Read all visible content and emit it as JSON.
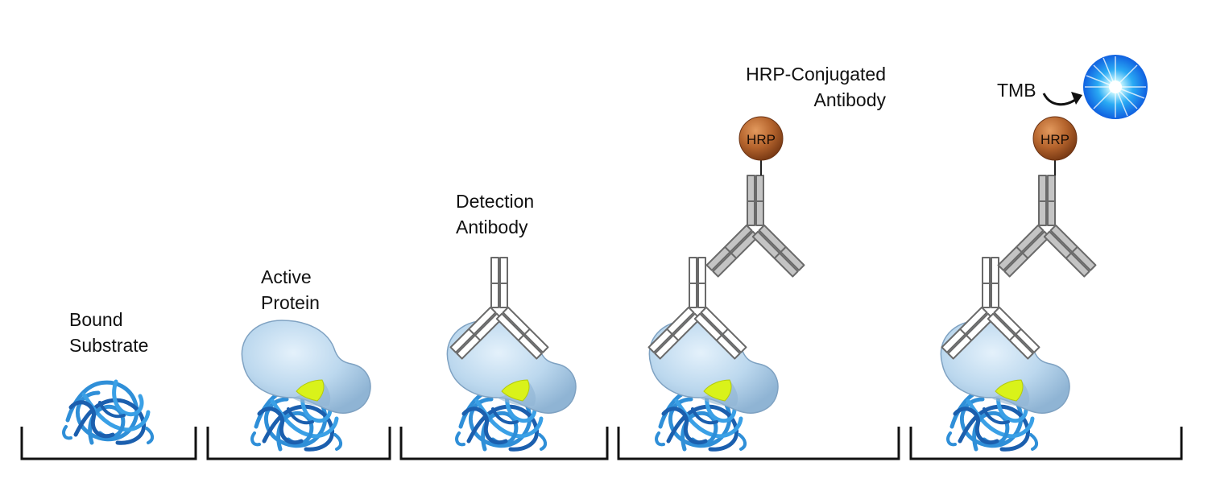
{
  "diagram": {
    "steps": [
      {
        "id": "bound-substrate",
        "label_lines": [
          "Bound",
          "Substrate"
        ]
      },
      {
        "id": "active-protein",
        "label_lines": [
          "Active",
          "Protein"
        ]
      },
      {
        "id": "detection-antibody",
        "label_lines": [
          "Detection",
          "Antibody"
        ]
      },
      {
        "id": "hrp-conjugated-antibody",
        "label_lines": [
          "HRP-Conjugated",
          "Antibody"
        ]
      },
      {
        "id": "tmb",
        "label_lines": [
          "TMB"
        ]
      }
    ],
    "hrp_label": "HRP",
    "colors": {
      "substrate_light": "#2f8fd8",
      "substrate_dark": "#1b5fae",
      "protein_fill": "#bcd8ee",
      "protein_shadow": "#8fb4d4",
      "binding_site": "#d9f21a",
      "antibody_stroke": "#6a6a6a",
      "antibody_filled": "#c4c4c4",
      "hrp_bead": "#b5642d",
      "hrp_bead_dark": "#7a3a14",
      "signal_core": "#bff4ff",
      "signal_edge": "#1060e0",
      "well": "#111111"
    }
  }
}
